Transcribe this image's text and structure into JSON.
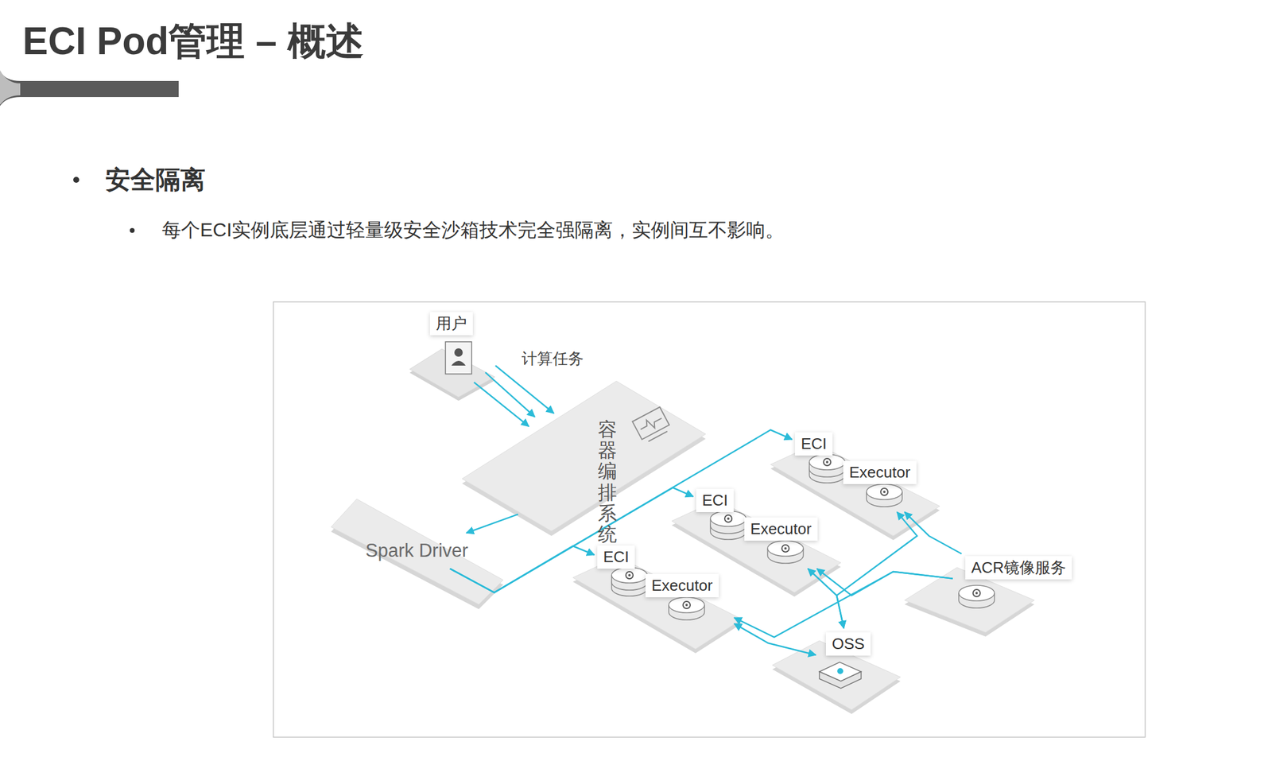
{
  "diagram": {
    "title": "ECI Pod管理 – 概述",
    "nodes": [
      {
        "text": [
          "用户"
        ]
      },
      {
        "text": [
          "容器编排系统"
        ]
      },
      {
        "text": [
          "Spark Driver"
        ]
      },
      {
        "text": [
          "ECI",
          "Executor"
        ]
      },
      {
        "text": [
          "ECI",
          "Executor"
        ]
      },
      {
        "text": [
          "ECI",
          "Executor"
        ]
      },
      {
        "text": [
          "ACR镜像服务"
        ]
      },
      {
        "text": [
          "OSS"
        ]
      }
    ],
    "edges": [
      {
        "from": 0,
        "to": 1,
        "label": "计算任务",
        "arrow": "to"
      },
      {
        "from": 1,
        "to": 2,
        "arrow": "to"
      },
      {
        "from": 2,
        "to": 3,
        "arrow": "to"
      },
      {
        "from": 2,
        "to": 4,
        "arrow": "to"
      },
      {
        "from": 2,
        "to": 5,
        "arrow": "to"
      },
      {
        "from": 6,
        "to": 3,
        "arrow": "to"
      },
      {
        "from": 6,
        "to": 4,
        "arrow": "to"
      },
      {
        "from": 6,
        "to": 5,
        "arrow": "to"
      },
      {
        "from": 7,
        "to": 3,
        "arrow": "both"
      },
      {
        "from": 7,
        "to": 4,
        "arrow": "both"
      },
      {
        "from": 7,
        "to": 5,
        "arrow": "both"
      }
    ],
    "labels": [
      "安全隔离",
      "每个ECI实例底层通过轻量级安全沙箱技术完全强隔离，实例间互不影响。"
    ]
  }
}
